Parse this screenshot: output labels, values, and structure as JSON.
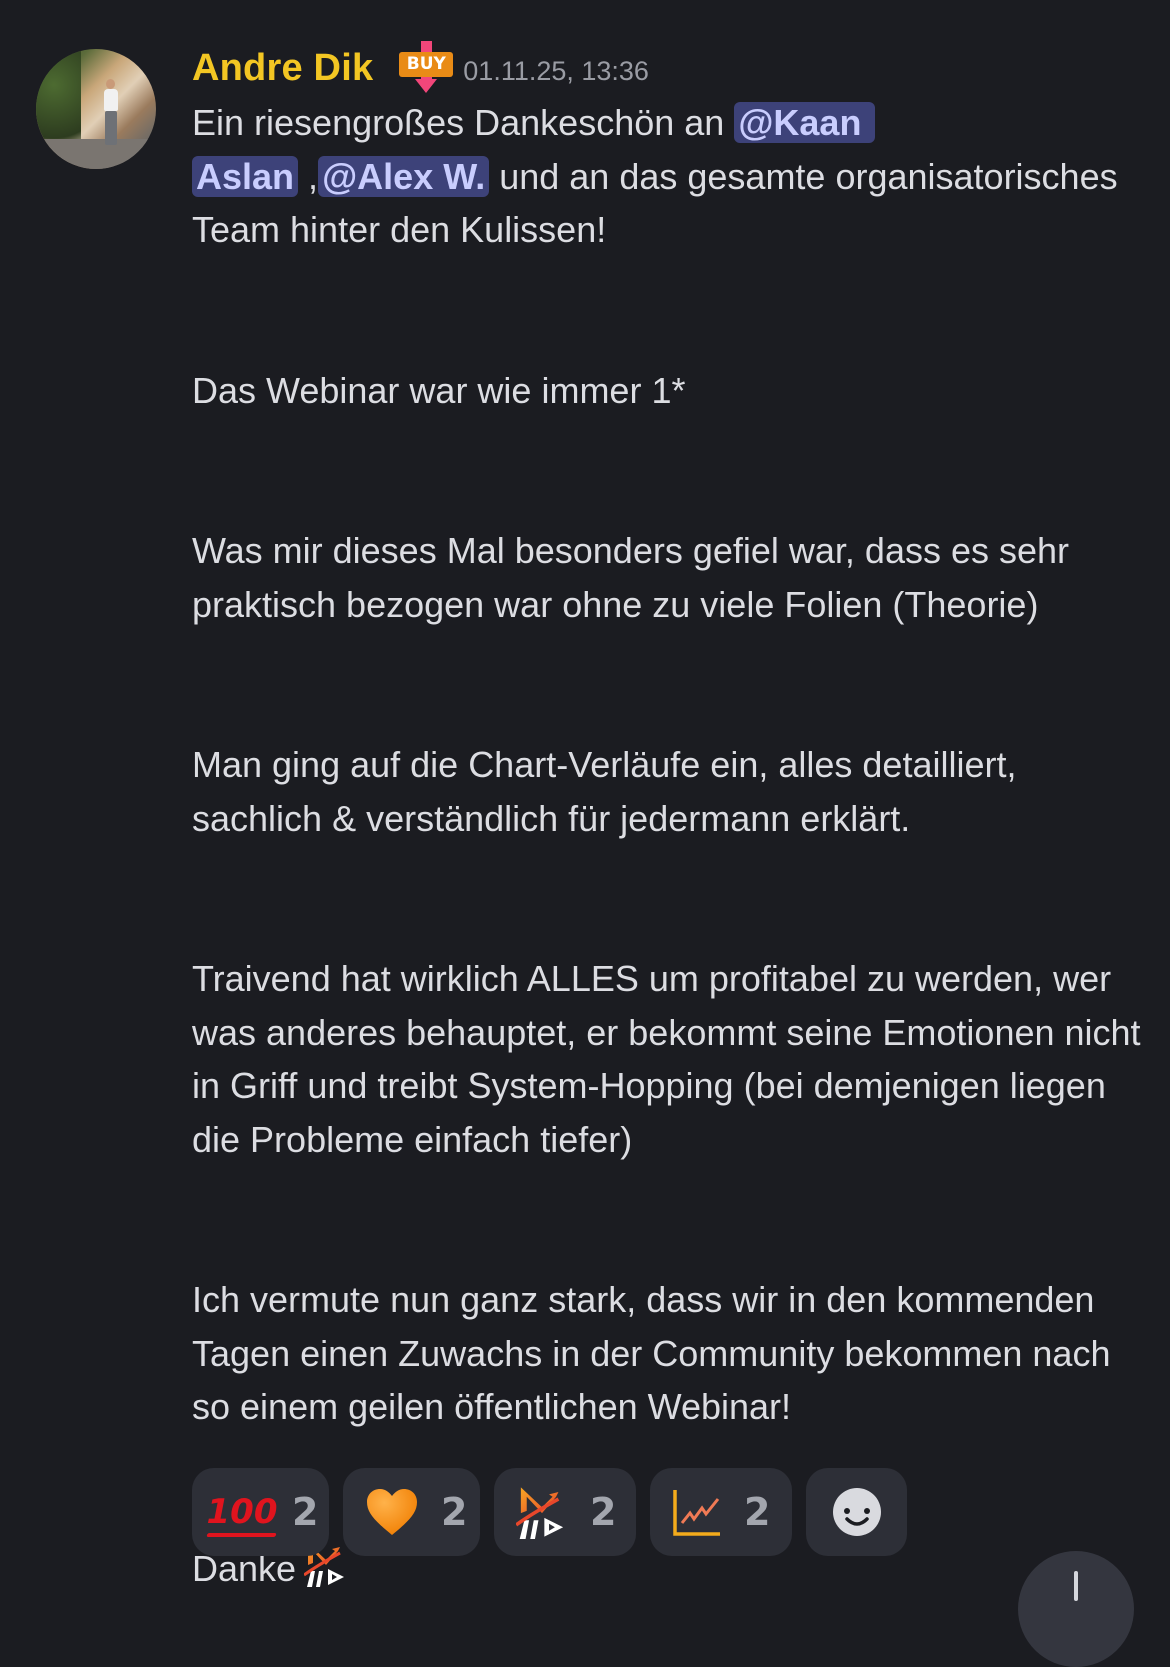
{
  "message": {
    "author": "Andre Dik",
    "role_badge": "BUY",
    "timestamp": "01.11.25, 13:36",
    "mentions": [
      "@Kaan Aslan",
      "@Alex W."
    ],
    "paragraphs": {
      "p1_before": "Ein riesengroßes Dankeschön an ",
      "mention1_part1": "@Kaan",
      "mention1_part2": "Aslan",
      "p1_between": " ,",
      "mention2": "@Alex W.",
      "p1_after": " und an das gesamte organisatorisches Team hinter den Kulissen!",
      "p2": "Das Webinar war wie immer 1*",
      "p3": "Was mir dieses Mal besonders gefiel war, dass es sehr praktisch bezogen war ohne zu viele Folien (Theorie)",
      "p4": "Man ging auf die Chart-Verläufe ein, alles detailliert, sachlich & verständlich für jedermann erklärt.",
      "p5": "Traivend hat wirklich ALLES um profitabel zu werden, wer was anderes behauptet, er bekommt seine Emotionen nicht in Griff und treibt System-Hopping (bei demjenigen liegen die Probleme einfach tiefer)",
      "p6": "Ich vermute nun ganz stark, dass wir in den kommenden Tagen einen Zuwachs in der Community bekommen nach so einem geilen öffentlichen Webinar!",
      "p7": "Danke"
    },
    "inline_emoji": "traivend-logo"
  },
  "reactions": [
    {
      "emoji": "100",
      "name": "hundred-points-emoji",
      "count": "2"
    },
    {
      "emoji": "🧡",
      "name": "orange-heart-emoji",
      "count": "2"
    },
    {
      "emoji": "traivend-logo",
      "name": "traivend-logo-emoji",
      "count": "2"
    },
    {
      "emoji": "chart-increasing",
      "name": "chart-emoji",
      "count": "2"
    }
  ],
  "add_reaction": {
    "icon": "smiley-add-icon"
  },
  "colors": {
    "background": "#1b1c21",
    "author": "#f3c623",
    "mention_bg": "#3d4279",
    "mention_text": "#c9cdfe",
    "badge": "#e98b16",
    "reaction_bg": "#2d2f37"
  }
}
